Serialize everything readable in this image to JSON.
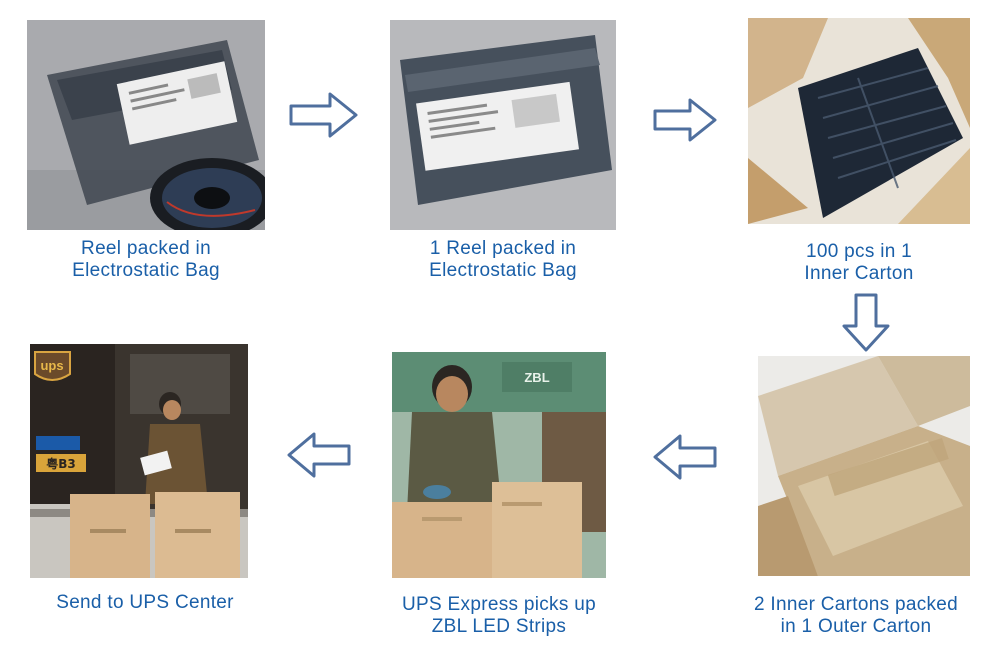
{
  "theme": {
    "caption_color": "#1a5fa8",
    "arrow_stroke": "#4f6f9e"
  },
  "steps": [
    {
      "caption": "Reel packed in\nElectrostatic Bag",
      "image": "reel-in-antistatic-bag"
    },
    {
      "caption": "1 Reel packed in\nElectrostatic Bag",
      "image": "sealed-antistatic-bag"
    },
    {
      "caption": "100 pcs in 1\nInner Carton",
      "image": "open-inner-carton-with-bags"
    },
    {
      "caption": "2 Inner Cartons packed\nin 1 Outer Carton",
      "image": "open-outer-carton"
    },
    {
      "caption": "UPS Express picks up\nZBL LED Strips",
      "image": "courier-picking-up-boxes"
    },
    {
      "caption": "Send to UPS Center",
      "image": "ups-van-with-boxes"
    }
  ],
  "photo_text": {
    "ups_logo": "ups",
    "plate": "粤B3",
    "sign": "ZBL"
  },
  "arrows": [
    {
      "direction": "right",
      "icon": "right-arrow-icon"
    },
    {
      "direction": "right",
      "icon": "right-arrow-icon"
    },
    {
      "direction": "down",
      "icon": "down-arrow-icon"
    },
    {
      "direction": "left",
      "icon": "left-arrow-icon"
    },
    {
      "direction": "left",
      "icon": "left-arrow-icon"
    }
  ]
}
